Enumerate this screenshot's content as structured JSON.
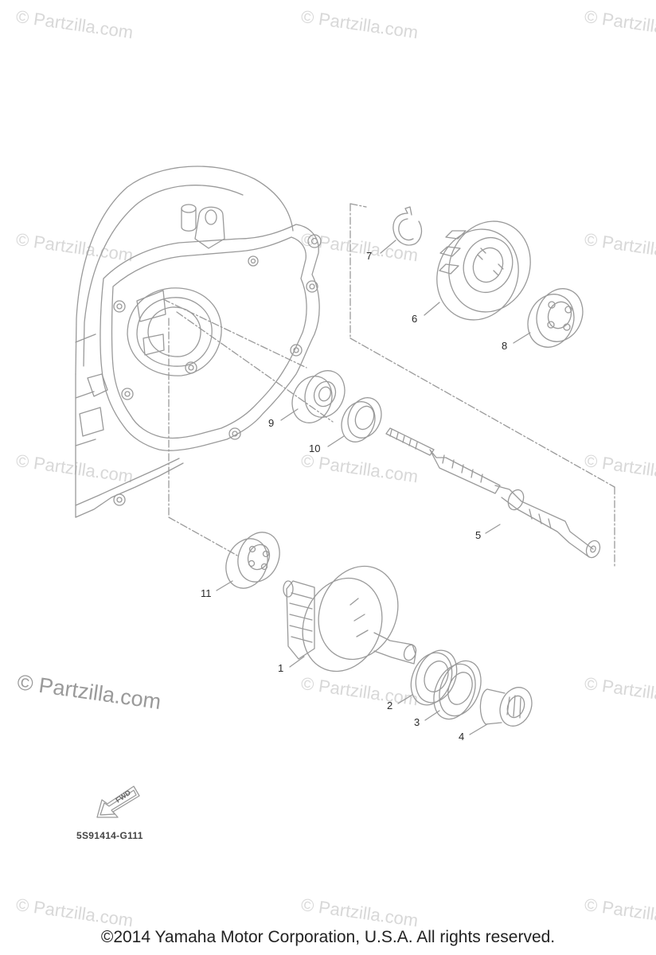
{
  "watermark": "© Partzilla.com",
  "callouts": [
    "1",
    "2",
    "3",
    "4",
    "5",
    "6",
    "7",
    "8",
    "9",
    "10",
    "11"
  ],
  "fwd_label": "FWD",
  "ref_code": "5S91414-G111",
  "copyright": "©2014 Yamaha Motor Corporation, U.S.A. All rights reserved.",
  "colors": {
    "line": "#9a9a9a",
    "watermark": "#d8d8d8",
    "text": "#222222"
  }
}
